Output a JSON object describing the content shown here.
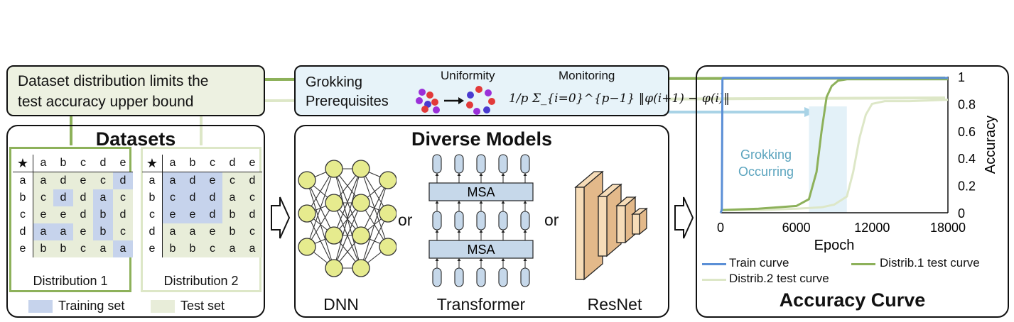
{
  "top_notes": {
    "distribution_note_line1": "Dataset distribution limits the",
    "distribution_note_line2": "test accuracy upper bound",
    "grokking_prereq_line1": "Grokking",
    "grokking_prereq_line2": "Prerequisites",
    "uniformity": "Uniformity",
    "monitoring": "Monitoring",
    "formula": "1/p Σ_{i=0}^{p−1} ‖φ(i+1) − φ(i)‖"
  },
  "datasets": {
    "title": "Datasets",
    "header_row": [
      "★",
      "a",
      "b",
      "c",
      "d",
      "e"
    ],
    "row_labels": [
      "a",
      "b",
      "c",
      "d",
      "e"
    ],
    "cells": [
      [
        "a",
        "d",
        "e",
        "c",
        "d"
      ],
      [
        "c",
        "d",
        "d",
        "a",
        "c"
      ],
      [
        "e",
        "e",
        "d",
        "b",
        "d"
      ],
      [
        "a",
        "a",
        "e",
        "b",
        "c"
      ],
      [
        "b",
        "b",
        "c",
        "a",
        "a"
      ]
    ],
    "dist1_train_mask": [
      [
        0,
        0,
        0,
        0,
        1
      ],
      [
        0,
        1,
        0,
        1,
        0
      ],
      [
        0,
        0,
        0,
        1,
        0
      ],
      [
        1,
        1,
        0,
        1,
        0
      ],
      [
        0,
        0,
        0,
        0,
        1
      ]
    ],
    "dist2_train_mask": [
      [
        1,
        1,
        1,
        0,
        0
      ],
      [
        1,
        1,
        1,
        0,
        0
      ],
      [
        1,
        1,
        1,
        0,
        0
      ],
      [
        0,
        0,
        0,
        0,
        0
      ],
      [
        0,
        0,
        0,
        0,
        0
      ]
    ],
    "distribution_1": "Distribution 1",
    "distribution_2": "Distribution 2",
    "legend_train": "Training set",
    "legend_test": "Test set",
    "colors": {
      "train": "#c6d3ec",
      "test": "#e8edd9",
      "dist1_border": "#8db15a",
      "dist2_border": "#d9e4c1"
    }
  },
  "models": {
    "title": "Diverse Models",
    "dnn": "DNN",
    "transformer": "Transformer",
    "resnet": "ResNet",
    "or1": "or",
    "or2": "or",
    "msa_top": "MSA",
    "msa_bottom": "MSA"
  },
  "accuracy": {
    "title": "Accuracy Curve",
    "grokking_line1": "Grokking",
    "grokking_line2": "Occurring",
    "legend_train": "Train curve",
    "legend_d1": "Distrib.1 test curve",
    "legend_d2": "Distrib.2 test curve"
  },
  "chart_data": {
    "type": "line",
    "xlabel": "Epoch",
    "ylabel": "Accuracy",
    "xlim": [
      0,
      18000
    ],
    "ylim": [
      0,
      1
    ],
    "x_ticks": [
      "0",
      "6000",
      "12000",
      "18000"
    ],
    "y_ticks": [
      "0",
      "0.2",
      "0.4",
      "0.6",
      "0.8",
      "1"
    ],
    "grokking_window": [
      7000,
      10000
    ],
    "series": [
      {
        "name": "Train curve",
        "color": "#5b8fd6",
        "x": [
          0,
          100,
          150,
          200,
          18000
        ],
        "y": [
          0,
          0.02,
          0.98,
          0.99,
          0.99
        ]
      },
      {
        "name": "Distrib.1 test curve",
        "color": "#8db15a",
        "x": [
          0,
          3000,
          6000,
          7000,
          7600,
          8000,
          8400,
          8800,
          9300,
          10000,
          12000,
          15000,
          18000
        ],
        "y": [
          0.02,
          0.03,
          0.05,
          0.1,
          0.3,
          0.6,
          0.85,
          0.93,
          0.97,
          0.98,
          0.98,
          0.98,
          0.98
        ]
      },
      {
        "name": "Distrib.2 test curve",
        "color": "#dde7c7",
        "x": [
          0,
          3000,
          6000,
          8000,
          9000,
          10000,
          10500,
          11000,
          11500,
          12000,
          13000,
          15000,
          18000
        ],
        "y": [
          0.02,
          0.02,
          0.03,
          0.04,
          0.06,
          0.12,
          0.3,
          0.55,
          0.72,
          0.8,
          0.82,
          0.82,
          0.83
        ]
      }
    ]
  }
}
